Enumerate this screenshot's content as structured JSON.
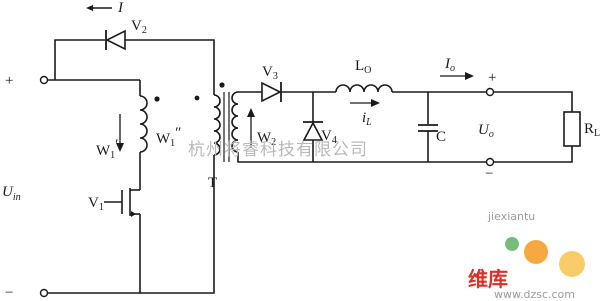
{
  "labels": {
    "current_I": "I",
    "diode_V2": "V",
    "diode_V2_sub": "2",
    "diode_V3": "V",
    "diode_V3_sub": "3",
    "diode_V4": "V",
    "diode_V4_sub": "4",
    "inductor_Lo": "L",
    "inductor_Lo_sub": "O",
    "current_iL": "i",
    "current_iL_sub": "L",
    "current_Io": "I",
    "current_Io_sub": "o",
    "capacitor_C": "C",
    "output_voltage": "U",
    "output_voltage_sub": "o",
    "load_RL": "R",
    "load_RL_sub": "L",
    "winding_W1p": "W",
    "winding_W1p_sub": "1",
    "winding_W1p_prime": "′",
    "winding_W1pp": "W",
    "winding_W1pp_sub": "1",
    "winding_W1pp_prime": "″",
    "winding_W2": "W",
    "winding_W2_sub": "2",
    "transformer_T": "T",
    "switch_V1": "V",
    "switch_V1_sub": "1",
    "input_voltage": "U",
    "input_voltage_sub": "in",
    "plus_in": "+",
    "minus_in": "−",
    "plus_out": "+",
    "minus_out": "−"
  },
  "watermark": {
    "company": "杭州将睿科技有限公司",
    "site": "jiexiantu",
    "logo_text": "维库",
    "url": "www.dzsc.com"
  },
  "colors": {
    "ink": "#1a1a1a",
    "watermark": "#b9b9b9",
    "logo_red": "#d9302a",
    "logo_orange": "#f39a1e",
    "logo_green": "#3aa045"
  }
}
